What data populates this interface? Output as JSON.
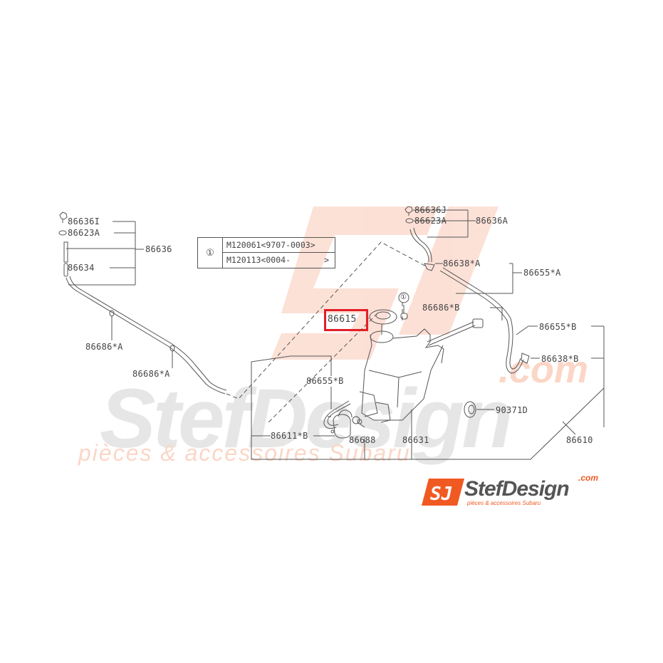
{
  "diagram": {
    "title": "Windshield washer system parts diagram",
    "highlighted_part": "86615",
    "highlight_color": "#e41e26",
    "line_color": "#555555"
  },
  "watermark": {
    "brand": "StefDesign",
    "domain_suffix": ".com",
    "tagline": "pièces & accessoires Subaru",
    "color": "#f4a58a",
    "gray": "#dddddd"
  },
  "table": {
    "circle_label": "①",
    "rows": [
      {
        "text": "M120061<9707-0003>"
      },
      {
        "text": "M120113<0004-",
        "close": ">"
      }
    ]
  },
  "labels": {
    "left_group": {
      "p86636I": "86636I",
      "p86623A": "86623A",
      "p86636": "86636",
      "p86634": "86634",
      "p86686A_1": "86686*A",
      "p86686A_2": "86686*A"
    },
    "right_group": {
      "p86636J": "86636J",
      "p86623A": "86623A",
      "p86636A": "86636A",
      "p86638A": "86638*A",
      "p86655A": "86655*A",
      "p86686B": "86686*B",
      "p86655B_right": "86655*B",
      "p86638B": "86638*B",
      "circle_ref": "①"
    },
    "center_group": {
      "p86615": "86615",
      "p86655B_center": "86655*B",
      "p86611B": "86611*B",
      "p86688": "86688",
      "p86631": "86631",
      "p90371D": "90371D",
      "p86610": "86610"
    }
  },
  "logo": {
    "badge_text": "SJ",
    "brand_text": "StefDesign",
    "suffix": ".com",
    "tagline": "pièces & accessoires Subaru",
    "badge_color": "#f05a22",
    "text_color": "#555555"
  }
}
